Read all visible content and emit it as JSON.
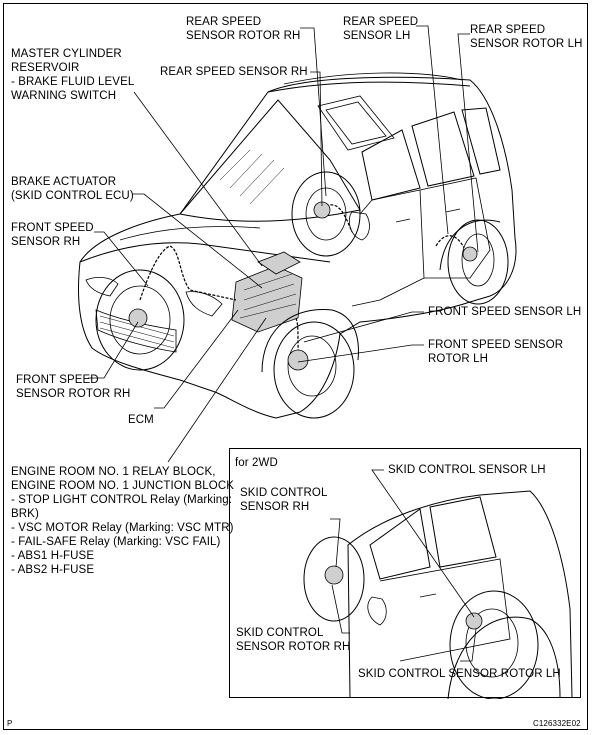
{
  "labels": {
    "master_cylinder": "MASTER CYLINDER\nRESERVOIR\n- BRAKE FLUID LEVEL\nWARNING SWITCH",
    "rear_speed_sensor_rotor_rh": "REAR SPEED\nSENSOR ROTOR RH",
    "rear_speed_sensor_rh": "REAR SPEED SENSOR RH",
    "rear_speed_sensor_lh": "REAR SPEED\nSENSOR LH",
    "rear_speed_sensor_rotor_lh": "REAR SPEED\nSENSOR ROTOR LH",
    "brake_actuator": "BRAKE ACTUATOR\n(SKID CONTROL ECU)",
    "front_speed_sensor_rh": "FRONT SPEED\nSENSOR RH",
    "front_speed_sensor_lh": "FRONT SPEED SENSOR LH",
    "front_speed_sensor_rotor_lh": "FRONT SPEED SENSOR\nROTOR LH",
    "front_speed_sensor_rotor_rh": "FRONT SPEED\nSENSOR ROTOR RH",
    "ecm": "ECM",
    "engine_room": "ENGINE ROOM NO. 1 RELAY BLOCK,\nENGINE ROOM NO. 1 JUNCTION BLOCK\n- STOP LIGHT CONTROL Relay (Marking:\nBRK)\n- VSC MOTOR Relay (Marking: VSC MTR)\n- FAIL-SAFE Relay (Marking: VSC FAIL)\n- ABS1 H-FUSE\n- ABS2 H-FUSE"
  },
  "inset": {
    "title": "for 2WD",
    "skid_control_sensor_lh": "SKID CONTROL SENSOR LH",
    "skid_control_sensor_rh": "SKID CONTROL\nSENSOR RH",
    "skid_control_sensor_rotor_rh": "SKID CONTROL\nSENSOR ROTOR RH",
    "skid_control_sensor_rotor_lh": "SKID CONTROL SENSOR ROTOR LH"
  },
  "footer": {
    "page_mark": "P",
    "figure_id": "C126332E02"
  }
}
